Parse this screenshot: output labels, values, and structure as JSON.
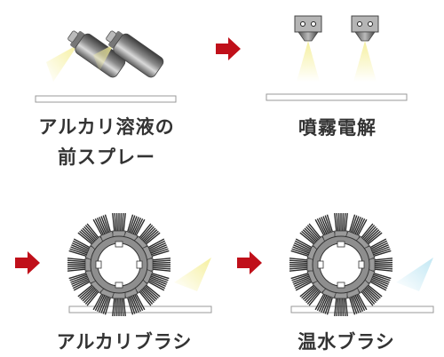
{
  "steps": [
    {
      "label": "アルカリ溶液の\n前スプレー",
      "label_line1": "アルカリ溶液の",
      "label_line2": "前スプレー",
      "illustration": "spray-cans-icon",
      "spray_color": "#f5ef9a"
    },
    {
      "label": "噴霧電解",
      "illustration": "spray-nozzles-icon",
      "spray_color": "#f5ef9a"
    },
    {
      "label": "アルカリブラシ",
      "illustration": "rotary-brush-icon",
      "spray_color": "#f5ef9a"
    },
    {
      "label": "温水ブラシ",
      "illustration": "rotary-brush-icon",
      "spray_color": "#bfe6f3"
    }
  ],
  "arrow_color": "#c0101a",
  "arrow_icon": "right-arrow-icon",
  "surface_color": "#cfcfcf",
  "text_color": "#333333"
}
